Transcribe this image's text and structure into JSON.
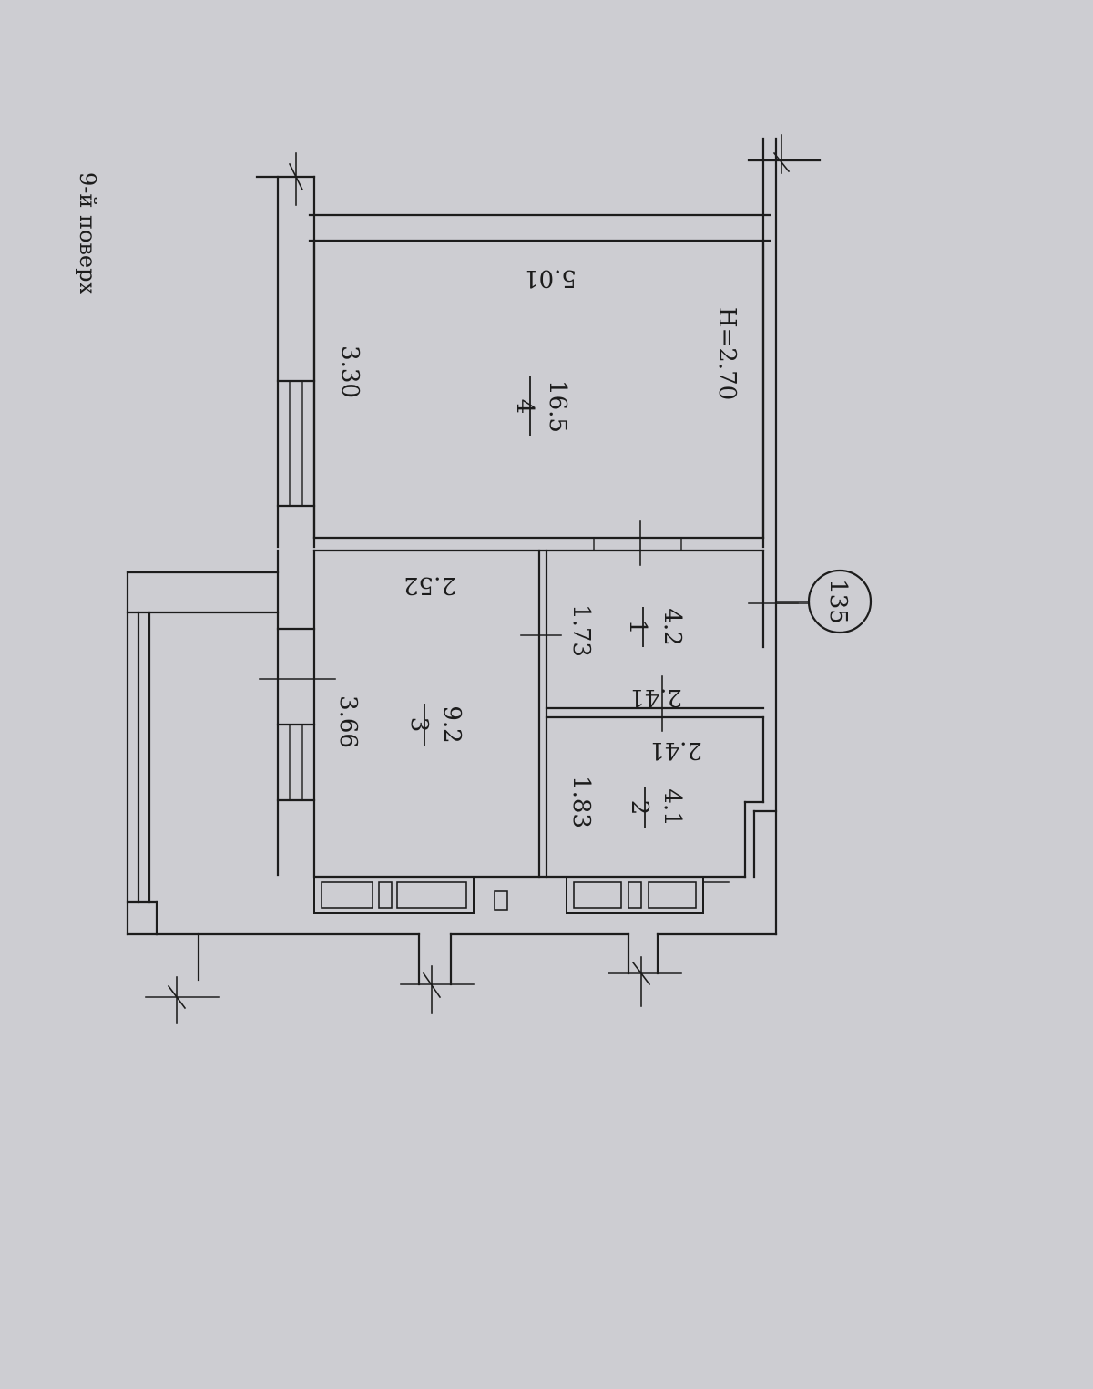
{
  "floor_label": "9-й поверх",
  "rooms": [
    {
      "number": "4",
      "area": "16.5"
    },
    {
      "number": "3",
      "area": "9.2"
    },
    {
      "number": "1",
      "area": "4.2"
    },
    {
      "number": "2",
      "area": "4.1"
    }
  ],
  "dimensions": {
    "room4_width": "3.30",
    "room4_length": "5.01",
    "room3_width": "3.66",
    "room3_length": "2.52",
    "room1_width": "1.73",
    "room1_length": "2.41",
    "room2_width": "1.83",
    "room2_length": "2.41"
  },
  "ceiling_height": "H=2.70",
  "apartment_number": "135"
}
